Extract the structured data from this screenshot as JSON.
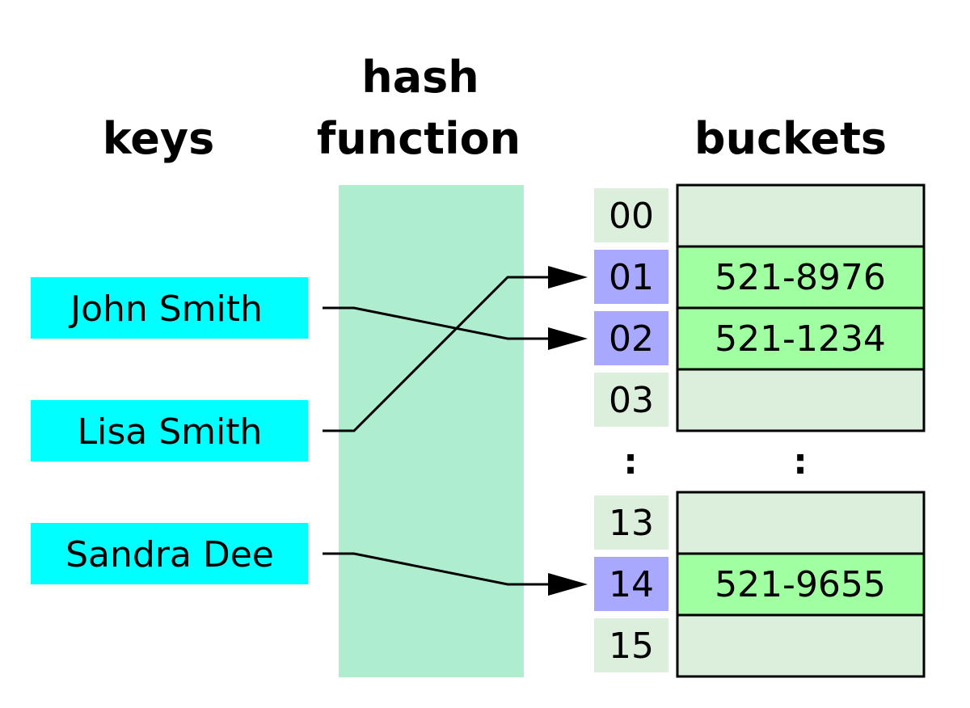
{
  "headings": {
    "keys": "keys",
    "hash_line1": "hash",
    "hash_line2": "function",
    "buckets": "buckets"
  },
  "keys": [
    {
      "label": "John Smith"
    },
    {
      "label": "Lisa Smith"
    },
    {
      "label": "Sandra Dee"
    }
  ],
  "ellipsis": ":",
  "buckets": [
    {
      "index": "00",
      "value": "",
      "occupied": false
    },
    {
      "index": "01",
      "value": "521-8976",
      "occupied": true
    },
    {
      "index": "02",
      "value": "521-1234",
      "occupied": true
    },
    {
      "index": "03",
      "value": "",
      "occupied": false
    },
    {
      "index": "13",
      "value": "",
      "occupied": false
    },
    {
      "index": "14",
      "value": "521-9655",
      "occupied": true
    },
    {
      "index": "15",
      "value": "",
      "occupied": false
    }
  ],
  "mappings": [
    {
      "key": "John Smith",
      "bucket": "02"
    },
    {
      "key": "Lisa Smith",
      "bucket": "01"
    },
    {
      "key": "Sandra Dee",
      "bucket": "14"
    }
  ],
  "colors": {
    "key_fill": "#00FFFF",
    "hash_fill": "#AEEECE",
    "index_empty": "#DCEEDC",
    "index_hit": "#A8A8FF",
    "bucket_empty": "#DCEEDC",
    "bucket_hit": "#A0FFA0",
    "line": "#000000"
  }
}
